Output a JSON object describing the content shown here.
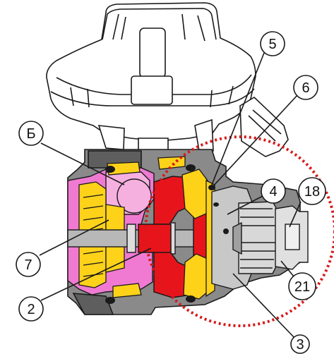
{
  "diagram": {
    "colors": {
      "outline": "#1a1a1a",
      "housing": "#8a8a8a",
      "housing_dark": "#5e5e5e",
      "cap": "#ffffff",
      "pink": "#f07ad2",
      "light_pink": "#f5b0e0",
      "yellow": "#ffd21a",
      "red": "#e8141c",
      "highlight": "#d61a1a"
    },
    "callouts": [
      {
        "id": "5",
        "label": "5"
      },
      {
        "id": "6",
        "label": "6"
      },
      {
        "id": "b",
        "label": "Б"
      },
      {
        "id": "4",
        "label": "4"
      },
      {
        "id": "18",
        "label": "18"
      },
      {
        "id": "7",
        "label": "7"
      },
      {
        "id": "21",
        "label": "21"
      },
      {
        "id": "2",
        "label": "2"
      },
      {
        "id": "3",
        "label": "3"
      }
    ]
  }
}
